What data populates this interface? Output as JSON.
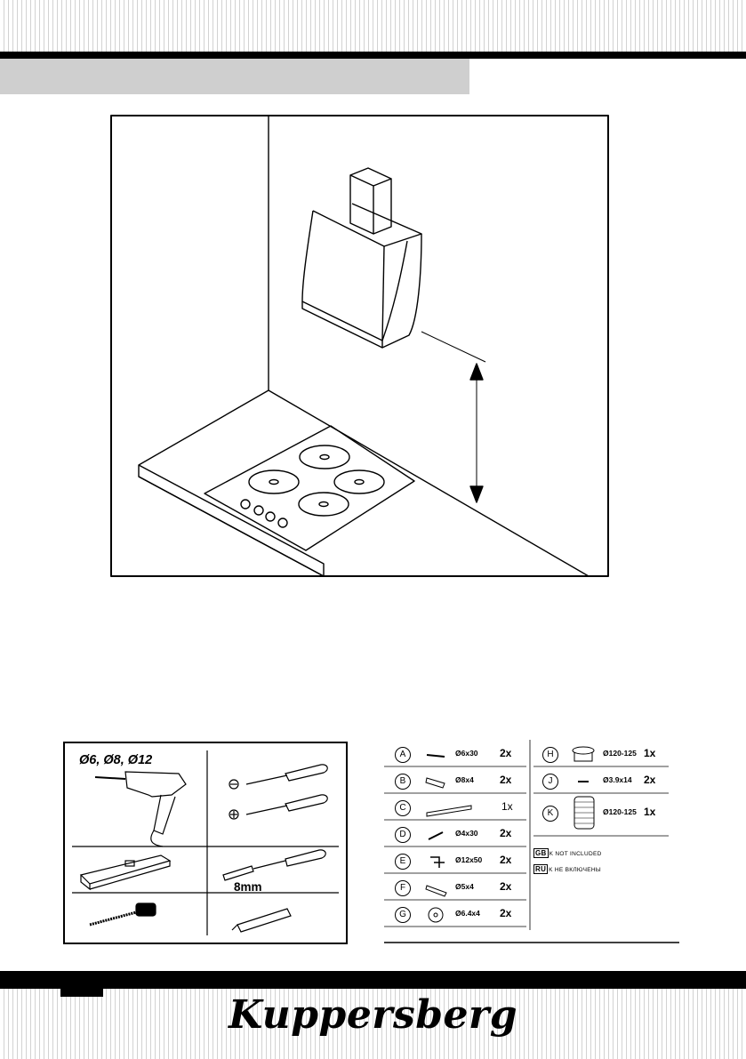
{
  "brand": {
    "logo_text": "Kuppersberg"
  },
  "tools": {
    "drill_sizes": "Ø6, Ø8, Ø12",
    "nut_driver_size": "8mm",
    "items": [
      "drill-icon",
      "flat-screwdriver-icon",
      "phillips-screwdriver-icon",
      "spirit-level-icon",
      "nut-driver-icon",
      "tape-measure-icon",
      "pencil-icon"
    ]
  },
  "parts": {
    "left": [
      {
        "letter": "A",
        "size": "Ø6x30",
        "qty": "2x",
        "icon": "screw-icon"
      },
      {
        "letter": "B",
        "size": "Ø8x4",
        "qty": "2x",
        "icon": "wall-plug-icon"
      },
      {
        "letter": "C",
        "size": "",
        "qty": "1x",
        "icon": "bracket-icon"
      },
      {
        "letter": "D",
        "size": "Ø4x30",
        "qty": "2x",
        "icon": "screw-icon"
      },
      {
        "letter": "E",
        "size": "Ø12x50",
        "qty": "2x",
        "icon": "hook-bolt-icon"
      },
      {
        "letter": "F",
        "size": "Ø5x4",
        "qty": "2x",
        "icon": "plug-icon"
      },
      {
        "letter": "G",
        "size": "Ø6.4x4",
        "qty": "2x",
        "icon": "washer-icon"
      }
    ],
    "right": [
      {
        "letter": "H",
        "size": "Ø120-125",
        "qty": "1x",
        "icon": "flange-icon"
      },
      {
        "letter": "J",
        "size": "Ø3.9x14",
        "qty": "2x",
        "icon": "small-screw-icon"
      },
      {
        "letter": "K",
        "size": "Ø120-125",
        "qty": "1x",
        "icon": "flexible-duct-icon"
      }
    ],
    "legend": [
      {
        "code": "GB",
        "letter": "K",
        "text": "NOT INCLUDED"
      },
      {
        "code": "RU",
        "letter": "K",
        "text": "НЕ ВКЛЮЧЕНЫ"
      }
    ]
  }
}
